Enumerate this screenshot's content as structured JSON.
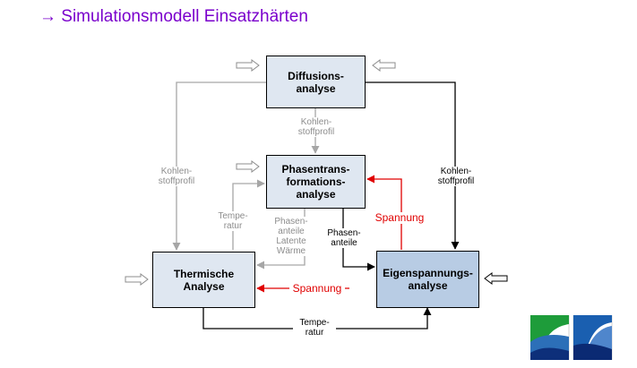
{
  "title": "→ Simulationsmodell Einsatzhärten",
  "boxes": {
    "diffusion": "Diffusions-\nanalyse",
    "phase": "Phasentrans-\nformations-\nanalyse",
    "thermal": "Thermische\nAnalyse",
    "stress": "Eigenspannungs-\nanalyse"
  },
  "labels": {
    "carbon_center": "Kohlen-\nstoffprofil",
    "carbon_left": "Kohlen-\nstoffprofil",
    "carbon_right": "Kohlen-\nstoffprofil",
    "temp_gray": "Tempe-\nratur",
    "phase_fractions_gray": "Phasen-\nanteile\nLatente\nWärme",
    "phase_fractions_black": "Phasen-\nanteile",
    "stress_upper": "Spannung",
    "stress_lower": "Spannung",
    "temp_bottom": "Tempe-\nratur"
  },
  "colors": {
    "title": "#7a00cc",
    "gray_flow": "#a6a6a6",
    "black_flow": "#000000",
    "red_flow": "#e00000",
    "box_light": "#dfe7f1",
    "box_dark": "#b8cce4"
  }
}
